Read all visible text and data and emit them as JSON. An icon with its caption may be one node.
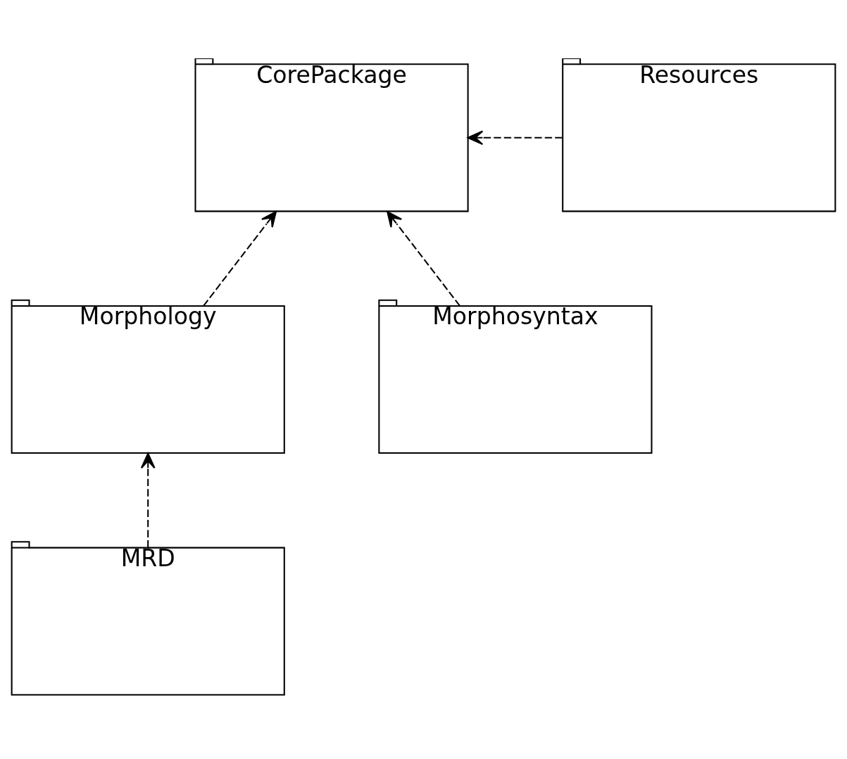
{
  "diagram": {
    "nodes": [
      {
        "text": [
          "CorePackage"
        ]
      },
      {
        "text": [
          "Resources"
        ]
      },
      {
        "text": [
          "Morphology"
        ]
      },
      {
        "text": [
          "Morphosyntax"
        ]
      },
      {
        "text": [
          "MRD"
        ]
      }
    ],
    "edges": [
      {
        "from": 2,
        "to": 0,
        "arrow": "to",
        "style": "dashed"
      },
      {
        "from": 3,
        "to": 0,
        "arrow": "to",
        "style": "dashed"
      },
      {
        "from": 1,
        "to": 0,
        "arrow": "to",
        "style": "dashed"
      },
      {
        "from": 4,
        "to": 2,
        "arrow": "to",
        "style": "dashed"
      }
    ]
  }
}
